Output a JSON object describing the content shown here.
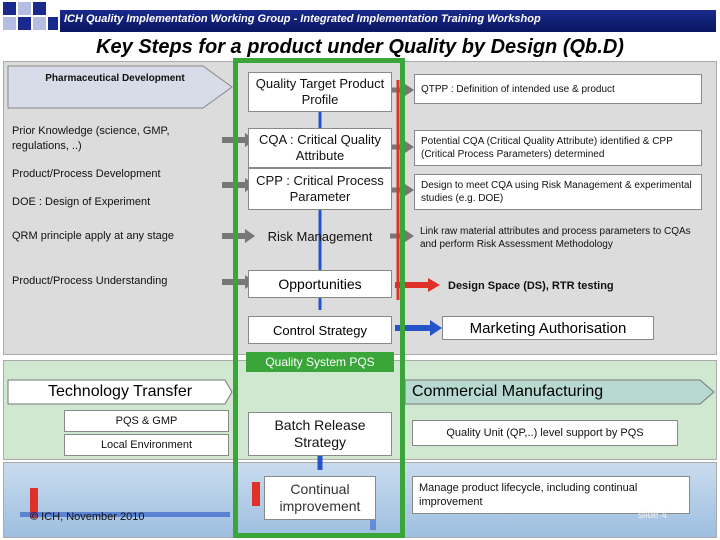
{
  "header": {
    "text": "ICH Quality Implementation Working Group - Integrated Implementation Training Workshop"
  },
  "title": "Key Steps for a product under Quality by Design (Qb.D)",
  "left": {
    "pharma_dev": "Pharmaceutical Development",
    "prior_knowledge": "Prior Knowledge (science, GMP, regulations, ..)",
    "process_dev": "Product/Process Development",
    "doe": "DOE : Design of Experiment",
    "qrm": "QRM principle apply at any stage",
    "understanding": "Product/Process Understanding"
  },
  "center": {
    "qtpp": "Quality Target Product Profile",
    "cqa": "CQA : Critical Quality Attribute",
    "cpp": "CPP : Critical Process Parameter",
    "risk": "Risk Management",
    "opportunities": "Opportunities",
    "control": "Control Strategy",
    "quality_system": "Quality System PQS",
    "batch_release": "Batch Release Strategy",
    "continual": "Continual improvement"
  },
  "right": {
    "qtpp_def": "QTPP : Definition of intended use & product",
    "cqa_def": "Potential CQA (Critical Quality Attribute) identified & CPP (Critical Process Parameters) determined",
    "cpp_def": "Design to meet CQA using Risk Management & experimental studies (e.g. DOE)",
    "risk_def": "Link raw material attributes and process parameters to CQAs and perform Risk Assessment Methodology",
    "design_space": "Design Space (DS), RTR testing",
    "marketing": "Marketing Authorisation",
    "commercial": "Commercial Manufacturing",
    "quality_unit": "Quality Unit (QP,..) level support by PQS",
    "lifecycle": "Manage product lifecycle, including continual improvement"
  },
  "mid_left": {
    "tech_transfer": "Technology Transfer",
    "pqs_gmp": "PQS & GMP",
    "local_env": "Local Environment"
  },
  "footer": {
    "copyright": "© ICH, November 2010",
    "slide": "slide 4"
  },
  "colors": {
    "header": "#1a2a8c",
    "frame": "#3aa63a",
    "arrow_blue": "#2455c8",
    "arrow_red": "#e0302a"
  }
}
